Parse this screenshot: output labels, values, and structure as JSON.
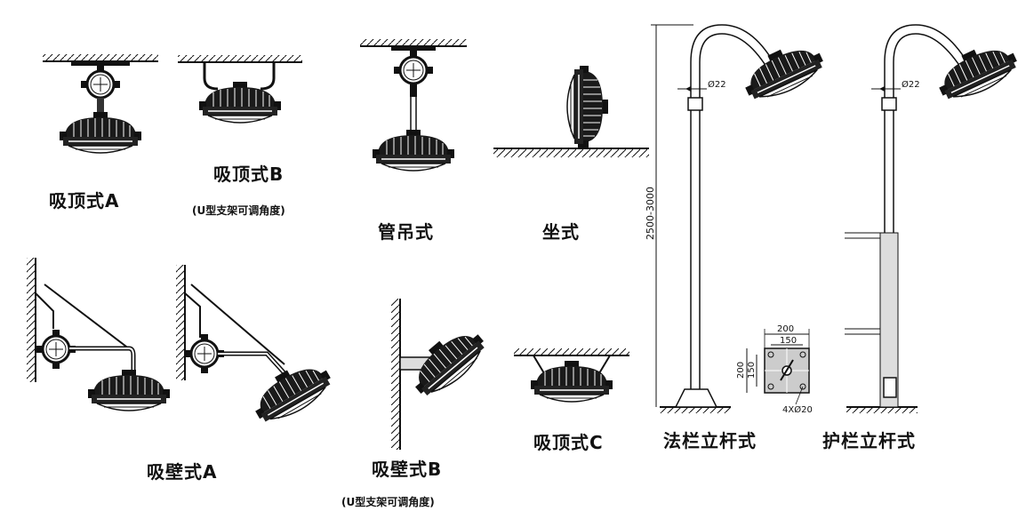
{
  "mounting_styles": [
    {
      "key": "ceiling_a",
      "label": "吸顶式A"
    },
    {
      "key": "ceiling_b",
      "label": "吸顶式B",
      "note": "(U型支架可调角度)"
    },
    {
      "key": "pendant",
      "label": "管吊式"
    },
    {
      "key": "seated",
      "label": "坐式"
    },
    {
      "key": "wall_a",
      "label": "吸壁式A"
    },
    {
      "key": "wall_b",
      "label": "吸壁式B",
      "note": "(U型支架可调角度)"
    },
    {
      "key": "ceiling_c",
      "label": "吸顶式C"
    },
    {
      "key": "flange_pole",
      "label": "法栏立杆式"
    },
    {
      "key": "rail_pole",
      "label": "护栏立杆式"
    }
  ],
  "dimensions": {
    "pole_height": "2500-3000",
    "pole_diameter_1": "Ø22",
    "pole_diameter_2": "Ø22",
    "base_outer_w": "200",
    "base_inner_w": "150",
    "base_outer_h": "200",
    "base_inner_h": "150",
    "base_holes": "4XØ20"
  }
}
